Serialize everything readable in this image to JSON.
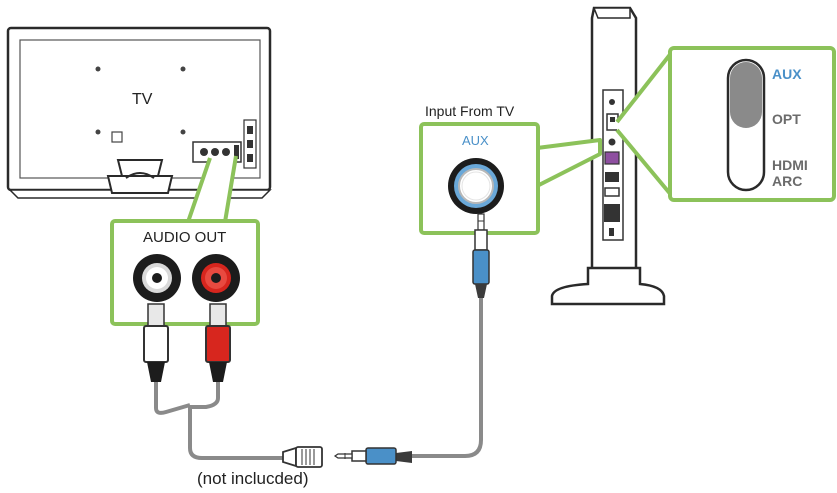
{
  "labels": {
    "tv": "TV",
    "audio_out": "AUDIO OUT",
    "input_from_tv": "Input From TV",
    "aux_port": "AUX",
    "not_included": "(not inclucded)"
  },
  "switch_options": {
    "aux": "AUX",
    "opt": "OPT",
    "hdmi": "HDMI",
    "arc": "ARC"
  },
  "colors": {
    "callout_green": "#8cc25a",
    "aux_blue": "#4a90c8",
    "cable_gray": "#8a8a8a",
    "rca_red": "#d7261e",
    "outline": "#2a2a2a"
  }
}
